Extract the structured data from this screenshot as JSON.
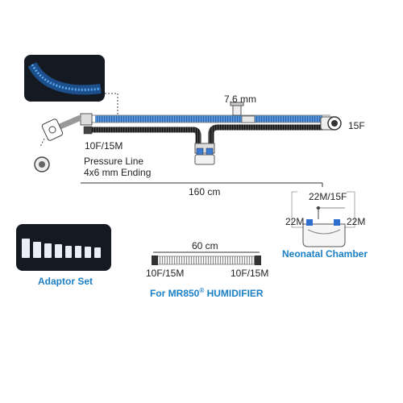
{
  "labels": {
    "diameter": "7.6 mm",
    "end_right": "15F",
    "end_left": "10F/15M",
    "pressure_line_1": "Pressure Line",
    "pressure_line_2": "4x6 mm Ending",
    "length_main": "160 cm",
    "chamber_top": "22M/15F",
    "chamber_left": "22M",
    "chamber_right": "22M",
    "neonatal_chamber": "Neonatal Chamber",
    "adaptor_set": "Adaptor Set",
    "length_short": "60 cm",
    "short_left": "10F/15M",
    "short_right": "10F/15M",
    "humidifier_prefix": "For MR850",
    "humidifier_reg": "®",
    "humidifier_suffix": " HUMIDIFIER"
  },
  "colors": {
    "tube_blue": "#3f82cc",
    "accent_blue": "#1b7fc4",
    "photo_bg": "#151a22"
  }
}
